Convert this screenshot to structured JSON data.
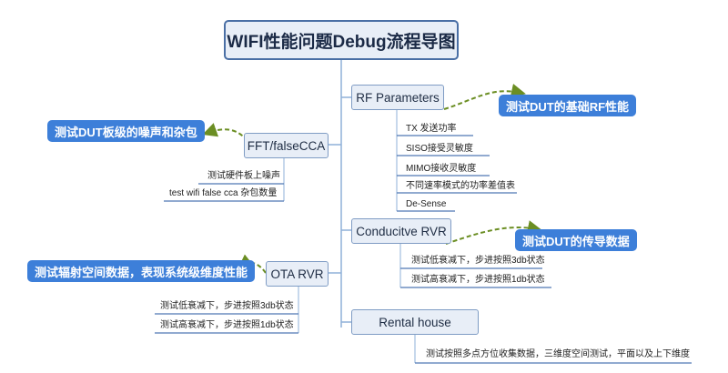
{
  "root": {
    "title": "WIFI性能问题Debug流程导图"
  },
  "branches": {
    "rf_parameters": {
      "label": "RF Parameters",
      "leaves": [
        "TX 发送功率",
        "SISO接受灵敏度",
        "MIMO接收灵敏度",
        "不同速率模式的功率差值表",
        "De-Sense"
      ],
      "callout": "测试DUT的基础RF性能"
    },
    "fft": {
      "label": "FFT/falseCCA",
      "leaves": [
        "测试硬件板上噪声",
        "test wifi false cca 杂包数量"
      ],
      "callout": "测试DUT板级的噪声和杂包"
    },
    "conducted_rvr": {
      "label": "Conducitve RVR",
      "leaves": [
        "测试低衰减下，步进按照3db状态",
        "测试高衰减下，步进按照1db状态"
      ],
      "callout": "测试DUT的传导数据"
    },
    "ota_rvr": {
      "label": "OTA RVR",
      "leaves": [
        "测试低衰减下，步进按照3db状态",
        "测试高衰减下，步进按照1db状态"
      ],
      "callout": "测试辐射空间数据，表现系统级维度性能"
    },
    "rental_house": {
      "label": "Rental house",
      "leaves": [
        "测试按照多点方位收集数据，三维度空间测试，平面以及上下维度"
      ]
    }
  },
  "colors": {
    "node_fill": "#e8eef7",
    "node_border": "#7f9cc4",
    "connector": "#8fb0d8",
    "leaf_underline": "#4f78b5",
    "callout_fill": "#3d7fd9",
    "dashed_arrow": "#6b8e23"
  }
}
